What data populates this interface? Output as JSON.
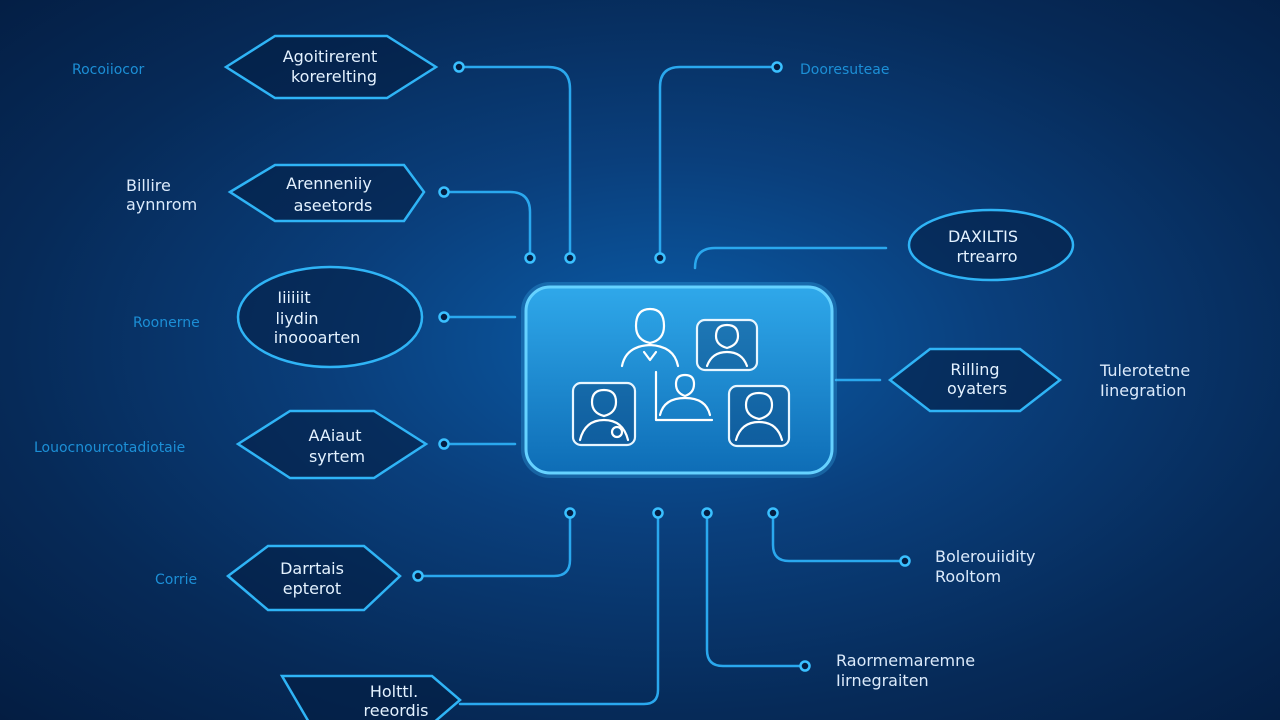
{
  "colors": {
    "background": "#062a58",
    "accent": "#2fb4f6",
    "text": "#e4f2ff",
    "label_dim": "#1c8fd6"
  },
  "hub": {
    "icon": "user-group-icon"
  },
  "nodes": {
    "top_left": [
      "Agoitirerent",
      "korerelting"
    ],
    "left_2": [
      "Arenneniiy",
      "aseetords"
    ],
    "left_3": [
      "Iiiiiit",
      "liydin",
      "inoooarten"
    ],
    "left_4": [
      "AAiaut",
      "syrtem"
    ],
    "left_5": [
      "Darrtais",
      "epterot"
    ],
    "bottom_left": [
      "Holttl.",
      "reeordis"
    ],
    "right_top": [
      "DAXILTIS",
      "rtrearro"
    ],
    "right_mid": [
      "Rilling",
      "oyaters"
    ]
  },
  "labels": {
    "top_left": "Rocoiiocor",
    "billing_left": [
      "Billire",
      "aynnrom"
    ],
    "left_3": "Roonerne",
    "left_4": "Louocnourcotadiotaie",
    "left_5": "Corrie",
    "top_right": "Dooresuteae",
    "telerotring": [
      "Tulerotetne",
      "Iinegration"
    ],
    "bottom_right_1": [
      "Bolerouiidity",
      "Rooltom"
    ],
    "bottom_right_2": [
      "Raormemaremne",
      "Iirnegraiten"
    ]
  }
}
